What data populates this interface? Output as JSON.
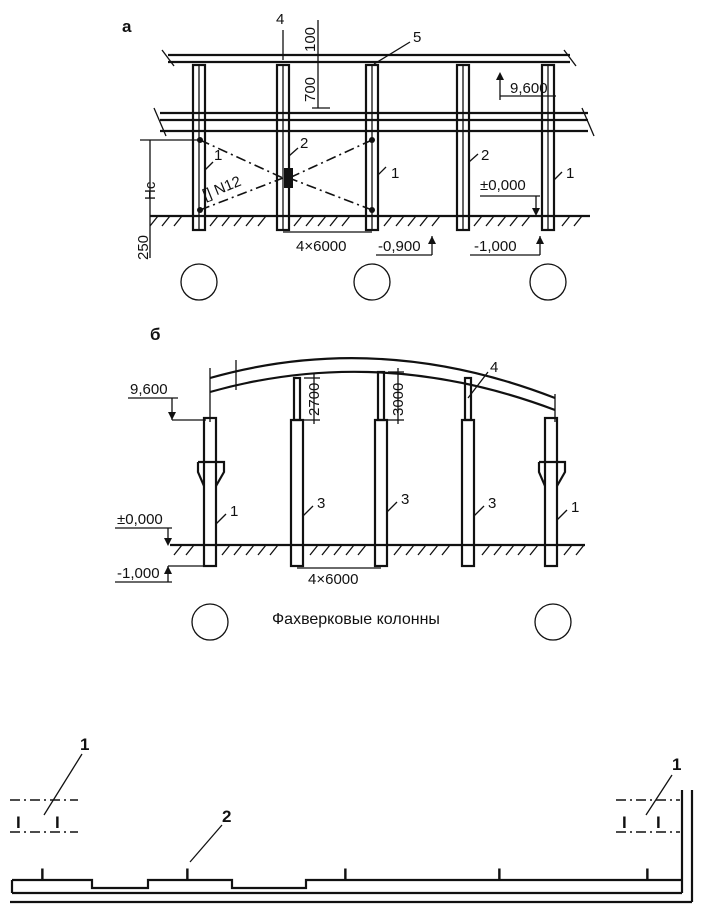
{
  "view_a": {
    "label": "a",
    "dims": {
      "d100": "100",
      "d700": "700",
      "elev_9600": "9,600",
      "hc": "Hc",
      "channel": "[] N12",
      "elev_0": "±0,000",
      "d250": "250",
      "span": "4×6000",
      "elev_m0900": "-0,900",
      "elev_m1000": "-1,000"
    },
    "callouts": {
      "c1a": "1",
      "c2a": "2",
      "c1b": "1",
      "c2b": "2",
      "c1c": "1",
      "c4": "4",
      "c5": "5"
    }
  },
  "view_b": {
    "label": "б",
    "dims": {
      "elev_9600": "9,600",
      "d2700": "2700",
      "d3000": "3000",
      "elev_0": "±0,000",
      "elev_m1000": "-1,000",
      "span": "4×6000"
    },
    "callouts": {
      "c4": "4",
      "c1a": "1",
      "c3a": "3",
      "c3b": "3",
      "c3c": "3",
      "c1b": "1"
    },
    "caption": "Фахверковые колонны"
  },
  "plan": {
    "callouts": {
      "c1_left": "1",
      "c1_right": "1",
      "c2": "2"
    }
  }
}
